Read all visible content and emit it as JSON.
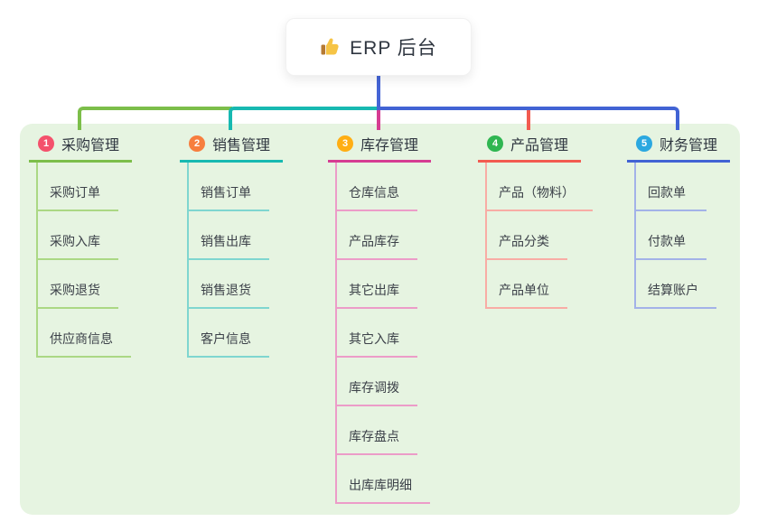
{
  "root": {
    "label": "ERP 后台",
    "icon": "thumbs-up-icon"
  },
  "colors": {
    "panel_background": "#e6f4e1",
    "trunk_line": "#4565d6",
    "title_text": "#2f3640",
    "item_text": "#3c4149"
  },
  "branches": [
    {
      "number": "1",
      "title": "采购管理",
      "badge_color": "#f4516c",
      "line_color": "#7cbe4a",
      "sub_line_color": "#abd884",
      "items": [
        "采购订单",
        "采购入库",
        "采购退货",
        "供应商信息"
      ]
    },
    {
      "number": "2",
      "title": "销售管理",
      "badge_color": "#f77e3e",
      "line_color": "#17b9b1",
      "sub_line_color": "#7fd6d0",
      "items": [
        "销售订单",
        "销售出库",
        "销售退货",
        "客户信息"
      ]
    },
    {
      "number": "3",
      "title": "库存管理",
      "badge_color": "#ffae13",
      "line_color": "#d63c92",
      "sub_line_color": "#ec9cc8",
      "items": [
        "仓库信息",
        "产品库存",
        "其它出库",
        "其它入库",
        "库存调拨",
        "库存盘点",
        "出库库明细"
      ]
    },
    {
      "number": "4",
      "title": "产品管理",
      "badge_color": "#2fb651",
      "line_color": "#f25b50",
      "sub_line_color": "#f8aca5",
      "items": [
        "产品（物料）",
        "产品分类",
        "产品单位"
      ]
    },
    {
      "number": "5",
      "title": "财务管理",
      "badge_color": "#2ba8e0",
      "line_color": "#4163d4",
      "sub_line_color": "#a3b2e8",
      "items": [
        "回款单",
        "付款单",
        "结算账户"
      ]
    }
  ]
}
